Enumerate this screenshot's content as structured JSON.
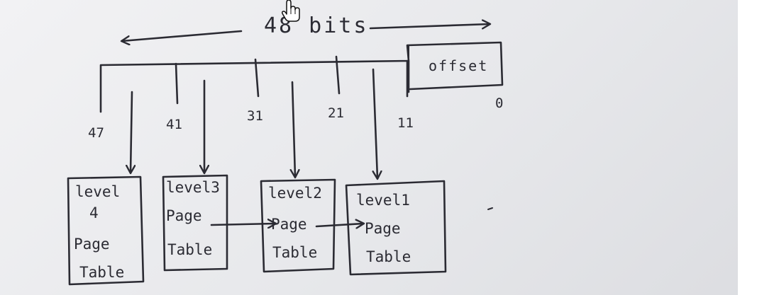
{
  "diagram": {
    "width_label": "48 bits",
    "offset_label": "offset",
    "bit_positions": [
      "47",
      "41",
      "31",
      "21",
      "11",
      "0"
    ],
    "tables": [
      {
        "id": "level4",
        "lines": [
          "level",
          "4",
          "Page",
          "Table"
        ]
      },
      {
        "id": "level3",
        "lines": [
          "level3",
          "Page",
          "Table"
        ]
      },
      {
        "id": "level2",
        "lines": [
          "level2",
          "Page",
          "Table"
        ]
      },
      {
        "id": "level1",
        "lines": [
          "level1",
          "Page",
          "Table"
        ]
      }
    ]
  },
  "colors": {
    "ink": "#2b2b33",
    "board": "#e9eaed"
  },
  "cursor": {
    "icon": "hand-pointer-icon"
  }
}
